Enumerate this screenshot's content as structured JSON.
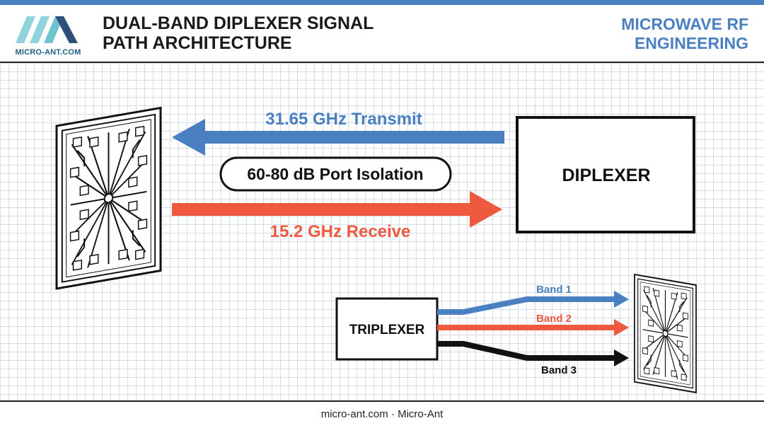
{
  "header": {
    "logo_text": "MICRO-ANT.COM",
    "title_line1": "DUAL-BAND DIPLEXER SIGNAL",
    "title_line2": "PATH ARCHITECTURE",
    "category_line1": "MICROWAVE RF",
    "category_line2": "ENGINEERING"
  },
  "diagram": {
    "transmit_label": "31.65 GHz Transmit",
    "receive_label": "15.2 GHz Receive",
    "isolation_label": "60-80 dB Port Isolation",
    "diplexer_label": "DIPLEXER",
    "triplexer_label": "TRIPLEXER",
    "bands": [
      {
        "label": "Band 1",
        "color": "#4a7fc1"
      },
      {
        "label": "Band 2",
        "color": "#ef5a3f"
      },
      {
        "label": "Band 3",
        "color": "#111111"
      }
    ]
  },
  "colors": {
    "transmit": "#4a7fc1",
    "receive": "#ef5a3f",
    "accent": "#4a7fc1"
  },
  "footer": {
    "text": "micro-ant.com · Micro-Ant"
  }
}
